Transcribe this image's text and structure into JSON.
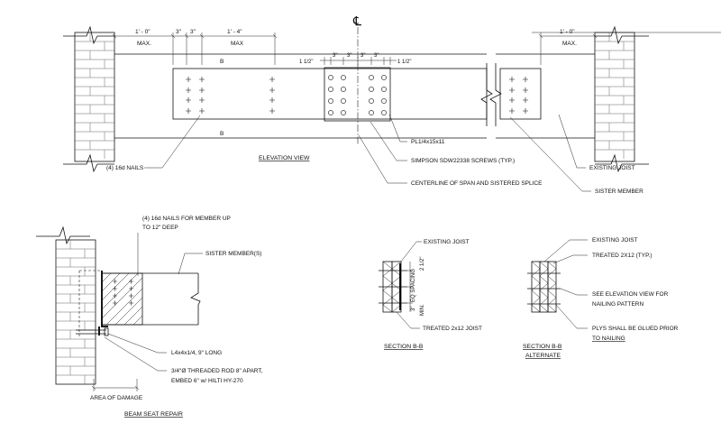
{
  "elevation": {
    "title": "ELEVATION VIEW",
    "centerline_symbol": "℄",
    "dim_left_1ft": "1' - 0\"",
    "dim_left_max": "MAX.",
    "dim_3a": "3\"",
    "dim_3b": "3\"",
    "dim_1ft4": "1' - 4\"",
    "dim_max2": "MAX",
    "dim_splice_1half_l": "1 1/2\"",
    "dim_splice_3a": "3\"",
    "dim_splice_3b": "3\"",
    "dim_splice_3c": "3\"",
    "dim_splice_3d": "3\"",
    "dim_splice_1half_r": "1 1/2\"",
    "dim_right_1ft": "1' - 0\"",
    "dim_right_max": "MAX.",
    "section_mark_b_top": "B",
    "section_mark_b_bottom": "B",
    "label_nails": "(4) 16d NAILS",
    "label_plate": "PL1/4x15x11",
    "label_screws": "SIMPSON  SDW22338 SCREWS (TYP.)",
    "label_centerline": "CENTERLINE OF SPAN AND SISTERED SPLICE",
    "label_existing_joist": "EXISTING JOIST",
    "label_sister": "SISTER MEMBER"
  },
  "beam_seat": {
    "title": "BEAM SEAT REPAIR",
    "label_nails_line1": "(4) 16d NAILS FOR MEMBER UP",
    "label_nails_line2": "TO 12\" DEEP",
    "label_sister": "SISTER MEMBER(S)",
    "label_angle": "L4x4x1/4, 9\" LONG",
    "label_rod_line1": "3/4\"Ø THREADED ROD 8\" APART,",
    "label_rod_line2": "EMBED 6\" w/ HILTI HY-270",
    "label_damage": "AREA OF DAMAGE"
  },
  "section_bb": {
    "title": "SECTION B-B",
    "label_existing": "EXISTING JOIST",
    "label_treated": "TREATED 2x12 JOIST",
    "dim_top": "2 1/2\"",
    "dim_eq": "EQ SPACING",
    "dim_bottom": "3\"",
    "dim_min": "MIN."
  },
  "section_bb_alt": {
    "title_line1": "SECTION B-B",
    "title_line2": "ALTERNATE",
    "label_existing": "EXISTING JOIST",
    "label_treated": "TREATED 2X12 (TYP.)",
    "label_see_line1": "SEE ELEVATION VIEW FOR",
    "label_see_line2": "NAILING PATTERN",
    "label_plys_line1": "PLYS SHALL BE GLUED PRIOR",
    "label_plys_line2": "TO NAILING"
  }
}
